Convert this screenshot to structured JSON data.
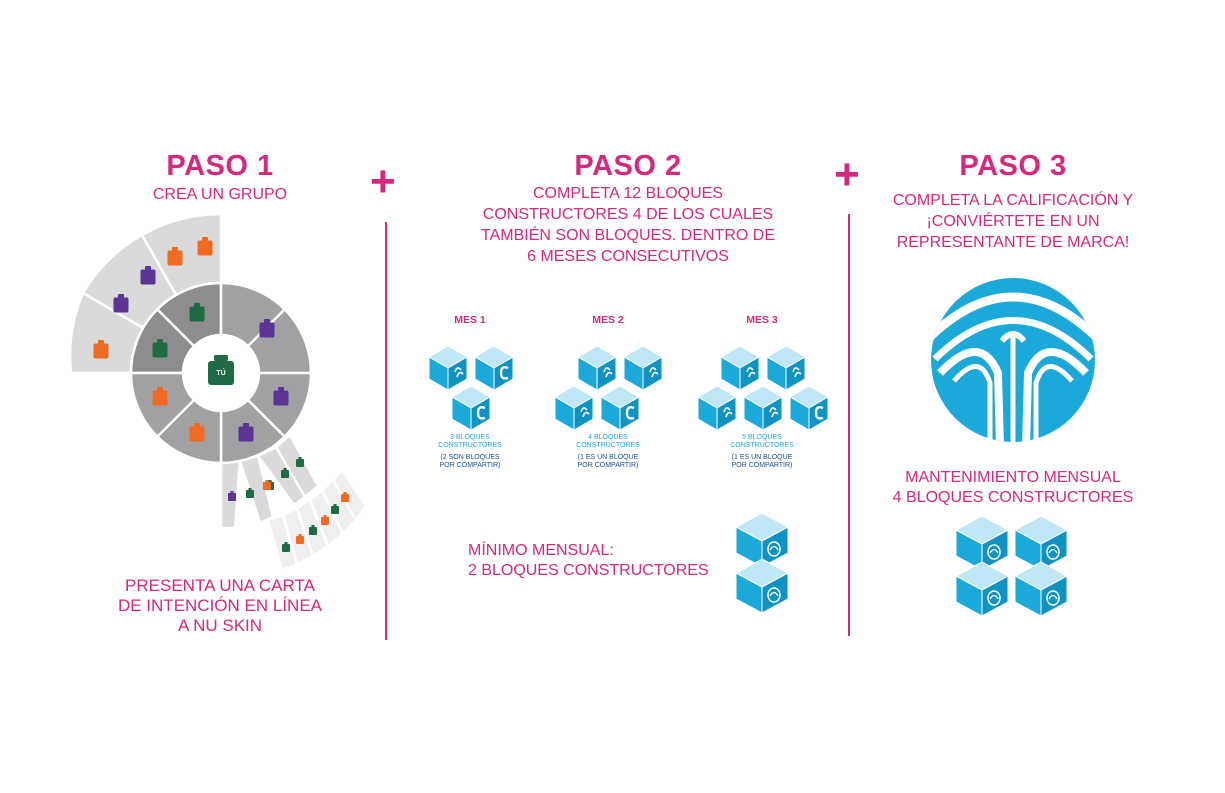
{
  "colors": {
    "magenta": "#d6287d",
    "cyan": "#1aa9d9",
    "navy": "#1b4e8c",
    "green": "#1e6b44",
    "orange": "#ef6a22",
    "purple": "#5b3596",
    "gray_dark": "#a1a1a3",
    "gray_light": "#dadadb"
  },
  "step1": {
    "title": "PASO 1",
    "subtitle": "CREA UN GRUPO",
    "center_label": "TÚ",
    "footer_lines": [
      "PRESENTA UNA CARTA",
      "DE INTENCIÓN EN LÍNEA",
      "A NU SKIN"
    ]
  },
  "plus1": "+",
  "plus2": "+",
  "step2": {
    "title": "PASO 2",
    "subtitle_lines": [
      "COMPLETA 12 BLOQUES",
      "CONSTRUCTORES 4 DE LOS CUALES",
      "TAMBIÉN SON BLOQUES. DENTRO DE",
      "6 MESES CONSECUTIVOS"
    ],
    "months": [
      {
        "label": "MES 1",
        "caption_lines": [
          "3 BLOQUES",
          "CONSTRUCTORES"
        ],
        "note_lines": [
          "(2 SON BLOQUES",
          "POR COMPARTIR)"
        ]
      },
      {
        "label": "MES 2",
        "caption_lines": [
          "4 BLOQUES",
          "CONSTRUCTORES"
        ],
        "note_lines": [
          "(1 ES UN BLOQUE",
          "POR COMPARTIR)"
        ]
      },
      {
        "label": "MES 3",
        "caption_lines": [
          "5 BLOQUES",
          "CONSTRUCTORES"
        ],
        "note_lines": [
          "(1 ES UN BLOQUE",
          "POR COMPARTIR)"
        ]
      }
    ],
    "minimum_lines": [
      "MÍNIMO MENSUAL:",
      "2 BLOQUES CONSTRUCTORES"
    ]
  },
  "step3": {
    "title": "PASO 3",
    "subtitle_lines": [
      "COMPLETA LA CALIFICACIÓN Y",
      "¡CONVIÉRTETE EN UN",
      "REPRESENTANTE DE MARCA!"
    ],
    "maintenance_lines": [
      "MANTENIMIENTO MENSUAL",
      "4 BLOQUES CONSTRUCTORES"
    ]
  }
}
